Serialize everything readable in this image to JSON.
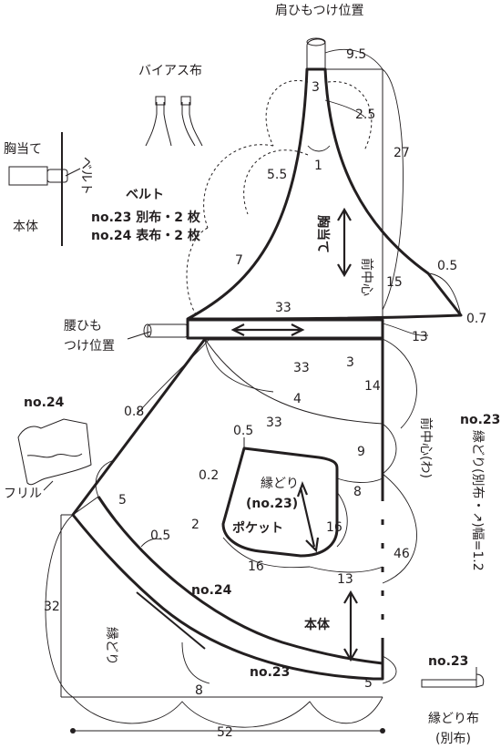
{
  "labels": {
    "strap_position": "肩ひもつけ位置",
    "bias": "バイアス布",
    "bib": "胸当て",
    "belt_side": "ベルト",
    "body": "本体",
    "belt_title": "ベルト",
    "belt_no23": "no.23 別布・2 枚",
    "belt_no24": "no.24 表布・2 枚",
    "bib_piece": "胸当て",
    "center_front_upper": "前中心",
    "waist_tie_line1": "腰ひも",
    "waist_tie_line2": "つけ位置",
    "no24_top": "no.24",
    "frill": "フリル",
    "center_front_fold": "前中心(わ)",
    "piping_label": "縁どり",
    "piping_no23": "(no.23)",
    "pocket": "ポケット",
    "no24_mid": "no.24",
    "body_piece": "本体",
    "piping_side": "縁どり",
    "no23_bottom": "no.23",
    "right_no23": "no.23",
    "right_piping": "縁どり(別布・↗)幅=1.2",
    "br_no23": "no.23",
    "br_piping_fabric": "縁どり布",
    "br_separate": "(別布)"
  },
  "dims": {
    "d_9_5": "9.5",
    "d_3_top": "3",
    "d_2_5": "2.5",
    "d_27": "27",
    "d_1": "1",
    "d_5_5": "5.5",
    "d_7": "7",
    "d_15": "15",
    "d_0_5_r": "0.5",
    "d_0_7": "0.7",
    "d_33_a": "33",
    "d_13_a": "13",
    "d_3_mid": "3",
    "d_33_b": "33",
    "d_4": "4",
    "d_14": "14",
    "d_33_c": "33",
    "d_0_8": "0.8",
    "d_0_5_p": "0.5",
    "d_0_2": "0.2",
    "d_9": "9",
    "d_8_p": "8",
    "d_5_l": "5",
    "d_0_5_l": "0.5",
    "d_2": "2",
    "d_16_v": "16",
    "d_16_h": "16",
    "d_13_b": "13",
    "d_46": "46",
    "d_32": "32",
    "d_8_b": "8",
    "d_5_b": "5",
    "d_52": "52"
  }
}
